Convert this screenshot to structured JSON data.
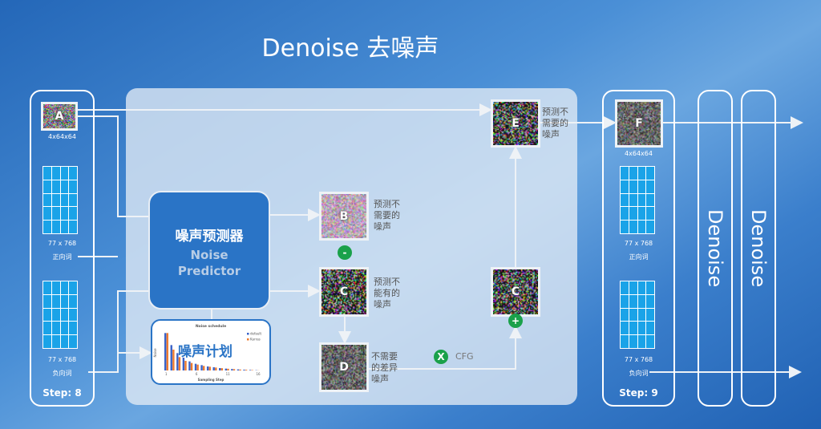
{
  "title": "Denoise 去噪声",
  "left_panel": {
    "latent_label": "A",
    "latent_size": "4x64x64",
    "pos_size": "77 x 768",
    "pos_label": "正向词",
    "neg_size": "77 x 768",
    "neg_label": "负向词",
    "step": "Step: 8"
  },
  "right_panel": {
    "latent_label": "F",
    "latent_size": "4x64x64",
    "pos_size": "77 x 768",
    "pos_label": "正向词",
    "neg_size": "77 x 768",
    "neg_label": "负向词",
    "step": "Step: 9"
  },
  "denoise_columns": [
    "Denoise",
    "Denoise"
  ],
  "noise_predictor": {
    "title_cn": "噪声预测器",
    "title_en_1": "Noise",
    "title_en_2": "Predictor"
  },
  "noise_schedule": {
    "overlay": "噪声计划",
    "chart_data": {
      "type": "bar",
      "title": "Noise schedule",
      "xlabel": "Sampling Step",
      "ylabel": "Noise",
      "x_ticks": [
        "1",
        "6",
        "11",
        "16"
      ],
      "series": [
        {
          "name": "default",
          "color": "#3a62c8",
          "values": [
            14,
            9.5,
            6.5,
            4.8,
            3.4,
            2.5,
            2,
            1.5,
            1.2,
            0.9,
            0.7,
            0.55,
            0.4,
            0.3,
            0.2,
            0.1
          ]
        },
        {
          "name": "Karras",
          "color": "#ee7a2e",
          "values": [
            14,
            7.8,
            5,
            3.6,
            2.8,
            2.2,
            1.7,
            1.4,
            1.1,
            0.85,
            0.65,
            0.5,
            0.35,
            0.25,
            0.15,
            0.05
          ]
        }
      ]
    }
  },
  "nodes": {
    "B": {
      "label": "B",
      "text": [
        "预测不",
        "需要的",
        "噪声"
      ]
    },
    "C": {
      "label": "C",
      "text": [
        "预测不",
        "能有的",
        "噪声"
      ]
    },
    "D": {
      "label": "D",
      "text": [
        "不需要",
        "的差异",
        "噪声"
      ]
    },
    "C2": {
      "label": "C"
    },
    "E": {
      "label": "E",
      "text": [
        "预测不",
        "需要的",
        "噪声"
      ]
    }
  },
  "ops": {
    "minus": "-",
    "times": "X",
    "plus": "+",
    "cfg": "CFG"
  },
  "colors": {
    "accent_green": "#1aa14a",
    "box_blue": "#2a74c6",
    "grid_cyan": "#1aa3e8"
  }
}
